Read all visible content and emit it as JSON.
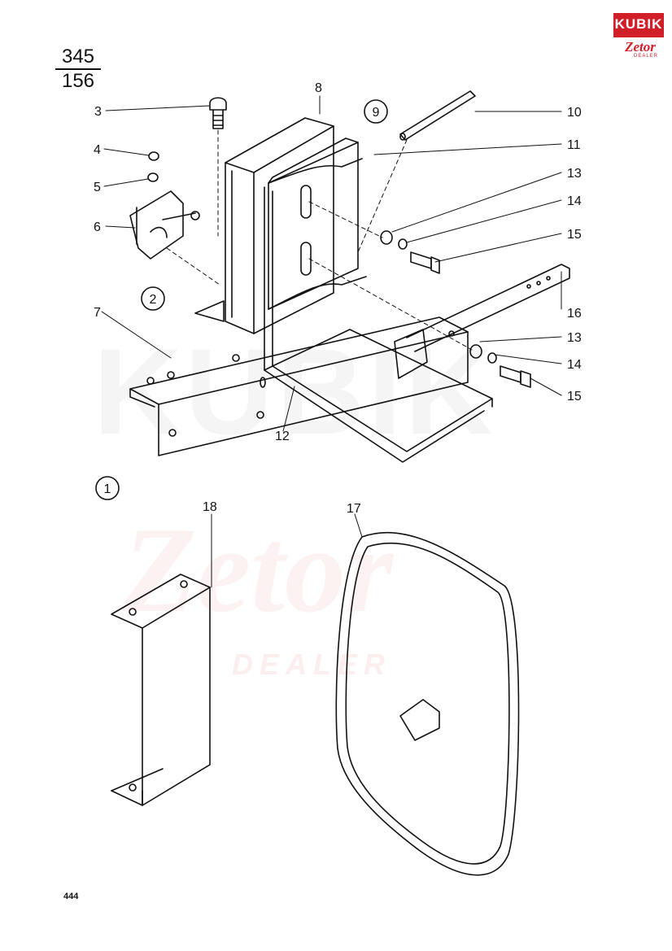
{
  "page_code": {
    "top": "345",
    "bottom": "156"
  },
  "page_number": "444",
  "logo": {
    "brand": "KUBIK",
    "sub": "Zetor",
    "sub2": "DEALER"
  },
  "watermark": {
    "word1": "KUBIK",
    "word2": "Zetor",
    "word3": "DEALER"
  },
  "circled_labels": [
    "9",
    "2",
    "1"
  ],
  "part_labels": [
    "3",
    "4",
    "5",
    "6",
    "7",
    "8",
    "10",
    "11",
    "12",
    "13",
    "14",
    "15",
    "16",
    "13",
    "14",
    "15",
    "17",
    "18"
  ]
}
